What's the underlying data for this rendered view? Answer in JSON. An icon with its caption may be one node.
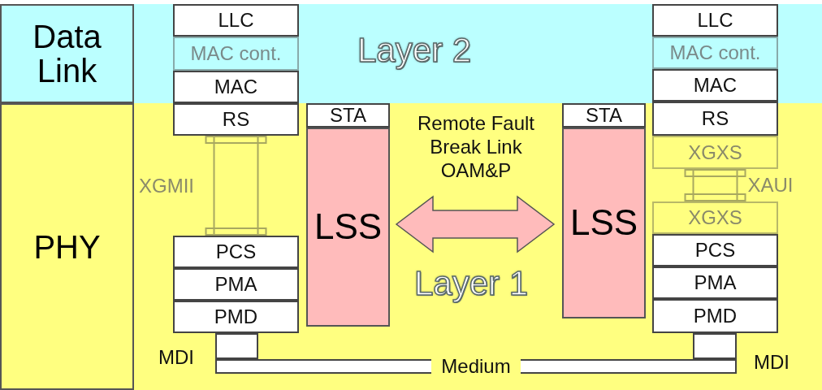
{
  "diagram": {
    "nodes": [
      {
        "text": [
          "Data Link"
        ]
      },
      {
        "text": [
          "Layer 2"
        ]
      },
      {
        "text": [
          "PHY"
        ]
      },
      {
        "text": [
          "Layer 1"
        ]
      },
      {
        "text": [
          "LLC"
        ],
        "in": 1
      },
      {
        "text": [
          "MAC cont."
        ],
        "in": 1
      },
      {
        "text": [
          "MAC"
        ],
        "in": 1
      },
      {
        "text": [
          "RS"
        ],
        "in": 3
      },
      {
        "text": [
          "PCS"
        ],
        "in": 3
      },
      {
        "text": [
          "PMA"
        ],
        "in": 3
      },
      {
        "text": [
          "PMD"
        ],
        "in": 3
      },
      {
        "text": [
          "STA"
        ],
        "in": 3
      },
      {
        "text": [
          "LSS"
        ],
        "in": 3
      },
      {
        "text": [
          "STA"
        ],
        "in": 3
      },
      {
        "text": [
          "LSS"
        ],
        "in": 3
      },
      {
        "text": [
          "LLC"
        ],
        "in": 1
      },
      {
        "text": [
          "MAC cont."
        ],
        "in": 1
      },
      {
        "text": [
          "MAC"
        ],
        "in": 1
      },
      {
        "text": [
          "RS"
        ],
        "in": 3
      },
      {
        "text": [
          "XGXS"
        ],
        "in": 3
      },
      {
        "text": [
          "XGXS"
        ],
        "in": 3
      },
      {
        "text": [
          "PCS"
        ],
        "in": 3
      },
      {
        "text": [
          "PMA"
        ],
        "in": 3
      },
      {
        "text": [
          "PMD"
        ],
        "in": 3
      },
      {
        "text": [],
        "shape": "box",
        "in": 3
      },
      {
        "text": [],
        "shape": "box",
        "in": 3
      },
      {
        "text": [
          "Medium"
        ],
        "in": 3
      }
    ],
    "edges": [
      {
        "from": 7,
        "to": 8,
        "arrow": "none",
        "label": "XGMII"
      },
      {
        "from": 12,
        "to": 14,
        "arrow": "both",
        "style": "thick",
        "label": "Remote Fault Break Link OAM&P"
      },
      {
        "from": 19,
        "to": 20,
        "arrow": "none",
        "label": "XAUI"
      }
    ],
    "labels": [
      "MDI",
      "MDI"
    ]
  }
}
